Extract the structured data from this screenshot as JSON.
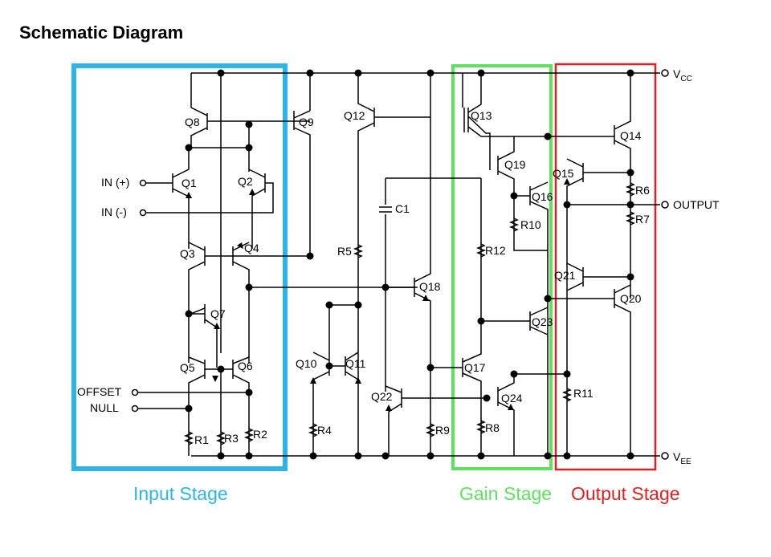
{
  "title": "Schematic Diagram",
  "stages": [
    {
      "label": "Input Stage",
      "color": "#2bb5e8"
    },
    {
      "label": "Gain Stage",
      "color": "#5fe15f"
    },
    {
      "label": "Output Stage",
      "color": "#e02020"
    }
  ],
  "terminals": {
    "vcc": {
      "main": "V",
      "sub": "CC"
    },
    "vee": {
      "main": "V",
      "sub": "EE"
    },
    "in_plus": "IN (+)",
    "in_minus": "IN (-)",
    "offset": "OFFSET",
    "null": "NULL",
    "output": "OUTPUT"
  },
  "components": {
    "Q1": "Q1",
    "Q2": "Q2",
    "Q3": "Q3",
    "Q4": "Q4",
    "Q5": "Q5",
    "Q6": "Q6",
    "Q7": "Q7",
    "Q8": "Q8",
    "Q9": "Q9",
    "Q10": "Q10",
    "Q11": "Q11",
    "Q12": "Q12",
    "Q13": "Q13",
    "Q14": "Q14",
    "Q15": "Q15",
    "Q16": "Q16",
    "Q17": "Q17",
    "Q18": "Q18",
    "Q19": "Q19",
    "Q20": "Q20",
    "Q21": "Q21",
    "Q22": "Q22",
    "Q23": "Q23",
    "Q24": "Q24",
    "R1": "R1",
    "R2": "R2",
    "R3": "R3",
    "R4": "R4",
    "R5": "R5",
    "R6": "R6",
    "R7": "R7",
    "R8": "R8",
    "R9": "R9",
    "R10": "R10",
    "R11": "R11",
    "R12": "R12",
    "C1": "C1"
  }
}
